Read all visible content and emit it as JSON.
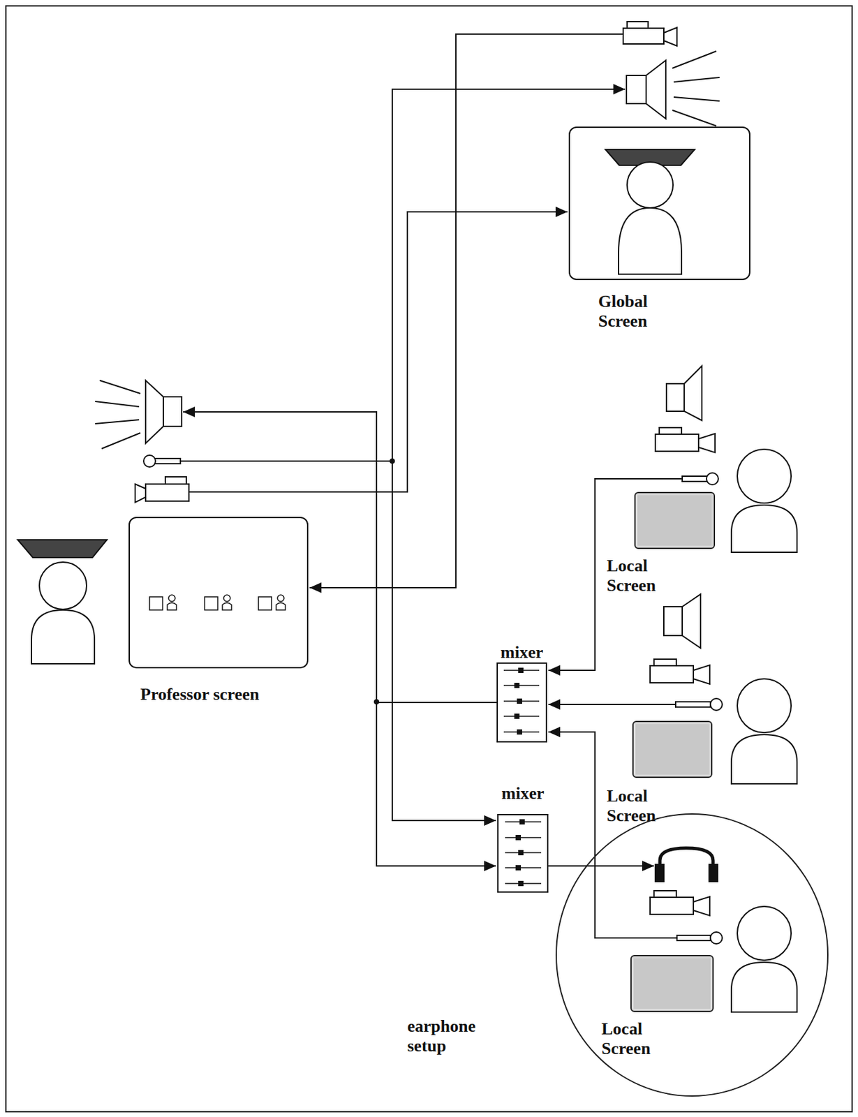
{
  "diagram": {
    "nodes": [
      {
        "text": [
          "Global Screen"
        ]
      },
      {
        "text": [
          "Professor screen"
        ]
      },
      {
        "text": [
          "Local Screen"
        ]
      },
      {
        "text": [
          "mixer"
        ]
      },
      {
        "text": [
          "Local Screen"
        ]
      },
      {
        "text": [
          "mixer"
        ]
      },
      {
        "text": [
          "earphone setup"
        ]
      },
      {
        "text": [
          "Local Screen"
        ],
        "in": 6
      }
    ],
    "edges": [
      {
        "from": 3,
        "to": 5,
        "arrow": "to"
      },
      {
        "from": 5,
        "to": 6,
        "arrow": "to"
      }
    ]
  }
}
